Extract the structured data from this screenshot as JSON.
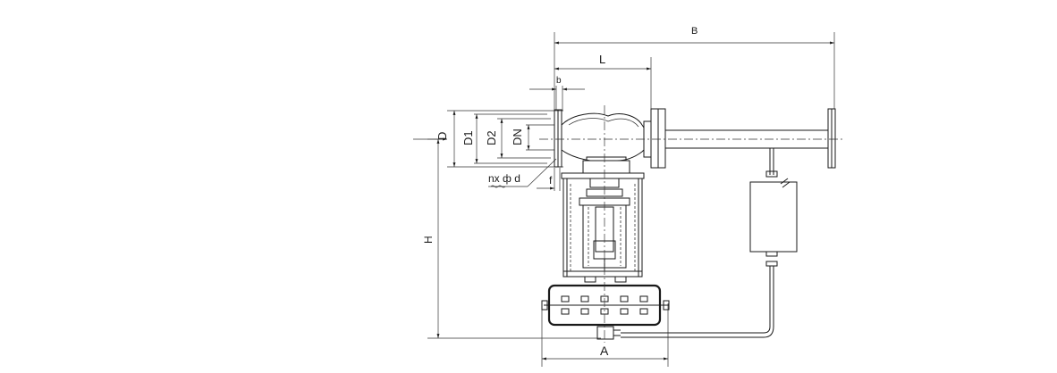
{
  "labels": {
    "B": "B",
    "L": "L",
    "b": "b",
    "D": "D",
    "D1": "D1",
    "D2": "D2",
    "DN": "DN",
    "nxd": "nx ф d",
    "f": "f",
    "H": "H",
    "A": "A"
  }
}
